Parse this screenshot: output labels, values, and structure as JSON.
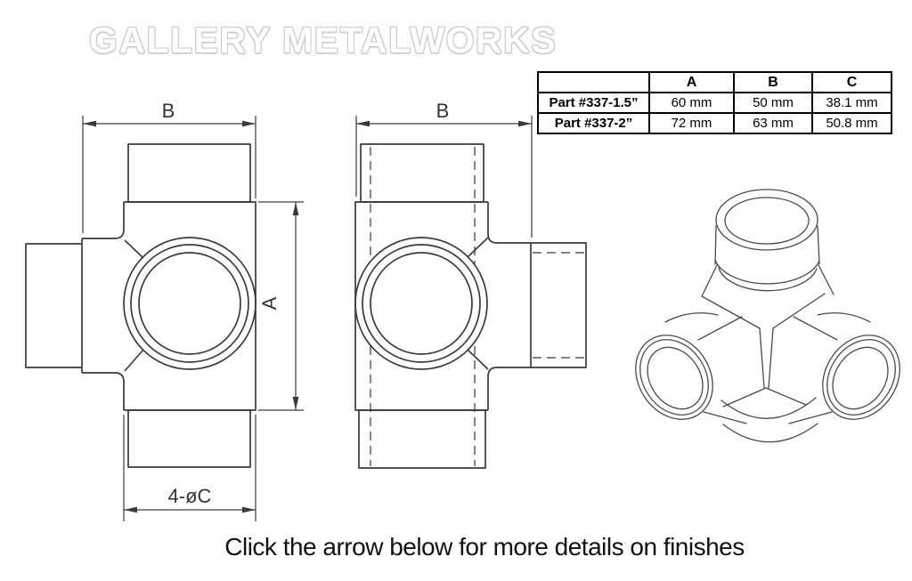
{
  "watermark": {
    "text": "GALLERY METALWORKS"
  },
  "spec_table": {
    "col_headers": [
      "A",
      "B",
      "C"
    ],
    "rows": [
      {
        "part": "Part #337-1.5”",
        "A": "60 mm",
        "B": "50 mm",
        "C": "38.1 mm"
      },
      {
        "part": "Part #337-2”",
        "A": "72 mm",
        "B": "63 mm",
        "C": "50.8 mm"
      }
    ]
  },
  "drawings": {
    "front_view": {
      "width_label": "B",
      "height_label": "A",
      "bore_label": "4-øC"
    },
    "side_view": {
      "width_label": "B"
    }
  },
  "footer": {
    "text": "Click the arrow below for more details on finishes"
  },
  "colors": {
    "drawing_line": "#3a3a3a",
    "iso_line": "#4a4a4a",
    "table_border": "#000000",
    "watermark_outline": "#c8c8c8"
  }
}
